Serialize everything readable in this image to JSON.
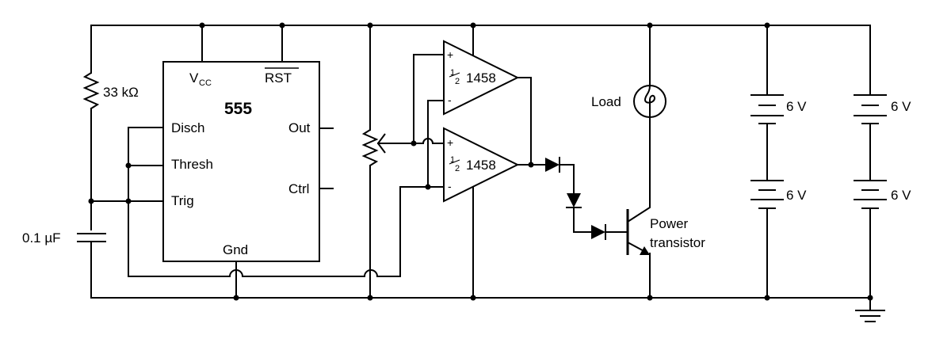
{
  "timer": {
    "title": "555",
    "vcc": "V",
    "vcc_sub": "CC",
    "rst": "RST",
    "disch": "Disch",
    "thresh": "Thresh",
    "trig": "Trig",
    "gnd": "Gnd",
    "out": "Out",
    "ctrl": "Ctrl"
  },
  "resistor": {
    "label": "33 kΩ"
  },
  "capacitor": {
    "label": "0.1 µF"
  },
  "opamps": [
    {
      "num": "1",
      "den": "2",
      "label": "1458",
      "plus": "+",
      "minus": "-"
    },
    {
      "num": "1",
      "den": "2",
      "label": "1458",
      "plus": "+",
      "minus": "-"
    }
  ],
  "load": {
    "label": "Load"
  },
  "transistor": {
    "line1": "Power",
    "line2": "transistor"
  },
  "batteries": [
    {
      "label": "6 V"
    },
    {
      "label": "6 V"
    },
    {
      "label": "6 V"
    },
    {
      "label": "6 V"
    }
  ]
}
